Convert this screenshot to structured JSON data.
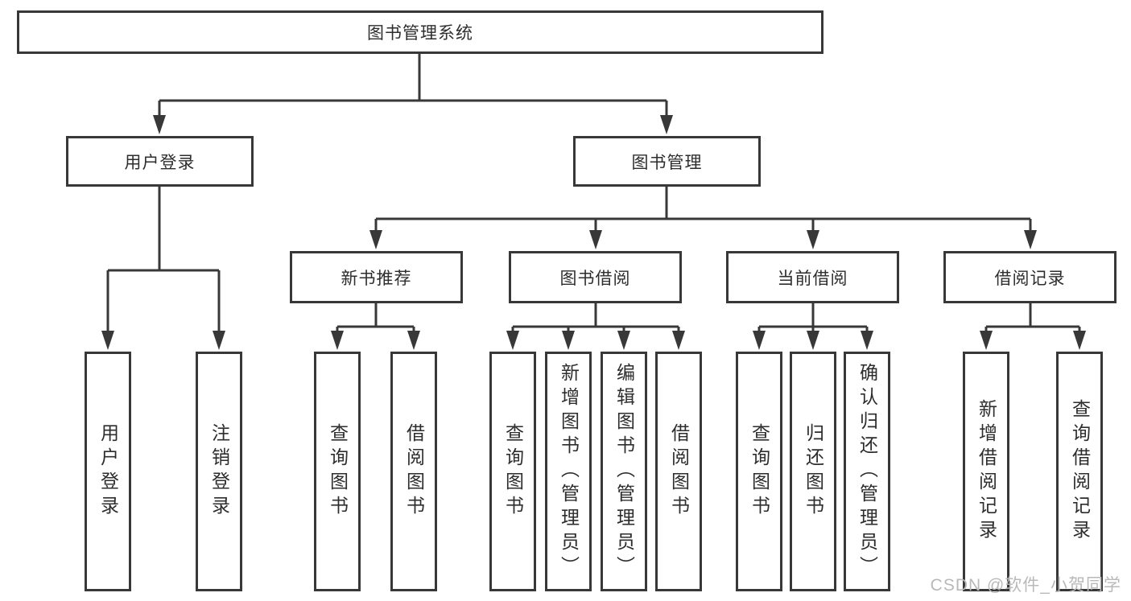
{
  "diagram": {
    "root": {
      "label": "图书管理系统"
    },
    "level2": [
      {
        "label": "用户登录"
      },
      {
        "label": "图书管理"
      }
    ],
    "level3": [
      {
        "label": "新书推荐"
      },
      {
        "label": "图书借阅"
      },
      {
        "label": "当前借阅"
      },
      {
        "label": "借阅记录"
      }
    ],
    "leaves": {
      "user_login": [
        "用户登录",
        "注销登录"
      ],
      "new_book": [
        "查询图书",
        "借阅图书"
      ],
      "book_borrow": [
        "查询图书",
        "新增图书（管理员）",
        "编辑图书（管理员）",
        "借阅图书"
      ],
      "current_borrow": [
        "查询图书",
        "归还图书",
        "确认归还（管理员）"
      ],
      "borrow_records": [
        "新增借阅记录",
        "查询借阅记录"
      ]
    }
  },
  "watermark": {
    "text": "CSDN @软件_小贺同学"
  },
  "colors": {
    "line": "#383838",
    "text": "#2d2d2d",
    "watermark": "#b9b9b9",
    "background": "#ffffff"
  }
}
